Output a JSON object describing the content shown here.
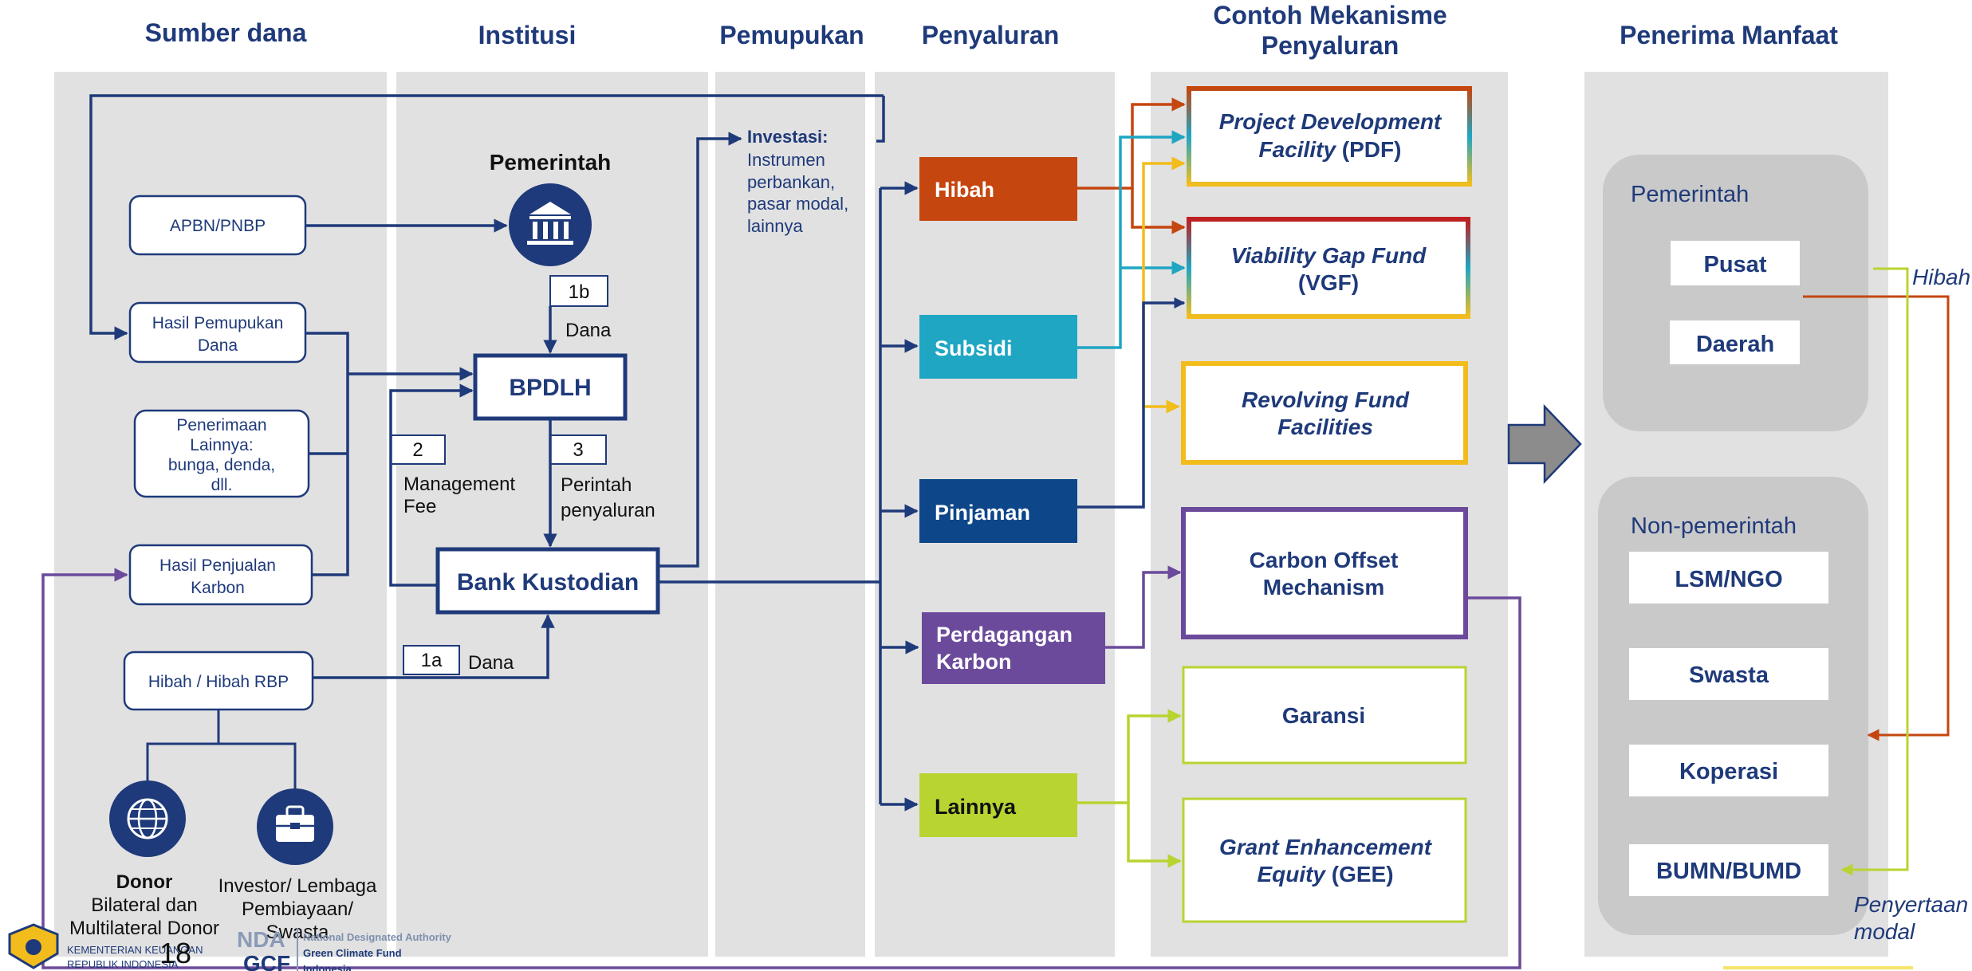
{
  "columns": {
    "sumber": "Sumber dana",
    "institusi": "Institusi",
    "pemupukan": "Pemupukan",
    "penyaluran": "Penyaluran",
    "contoh_line1": "Contoh Mekanisme",
    "contoh_line2": "Penyaluran",
    "penerima": "Penerima Manfaat"
  },
  "sources": {
    "apbn": "APBN/PNBP",
    "hasil_pemupukan_1": "Hasil Pemupukan",
    "hasil_pemupukan_2": "Dana",
    "penerimaan_1": "Penerimaan",
    "penerimaan_2": "Lainnya:",
    "penerimaan_3": "bunga, denda,",
    "penerimaan_4": "dll.",
    "karbon_1": "Hasil Penjualan",
    "karbon_2": "Karbon",
    "hibah_rbp": "Hibah / Hibah RBP",
    "donor_bold": "Donor",
    "donor_2": "Bilateral dan",
    "donor_3": "Multilateral Donor",
    "investor_1": "Investor/ Lembaga",
    "investor_2": "Pembiayaan/",
    "investor_3": "Swasta"
  },
  "institutions": {
    "pemerintah": "Pemerintah",
    "bpdlh": "BPDLH",
    "bank": "Bank Kustodian",
    "step_1b": "1b",
    "step_1b_label": "Dana",
    "step_2": "2",
    "step_2_label_1": "Management",
    "step_2_label_2": "Fee",
    "step_3": "3",
    "step_3_label_1": "Perintah",
    "step_3_label_2": "penyaluran",
    "step_1a": "1a",
    "step_1a_label": "Dana"
  },
  "investment": {
    "title": "Investasi:",
    "line1": "Instrumen",
    "line2": "perbankan,",
    "line3": "pasar modal,",
    "line4": "lainnya"
  },
  "channels": {
    "hibah": "Hibah",
    "subsidi": "Subsidi",
    "pinjaman": "Pinjaman",
    "perdagangan_1": "Perdagangan",
    "perdagangan_2": "Karbon",
    "lainnya": "Lainnya"
  },
  "mechanisms": {
    "pdf_1": "Project Development",
    "pdf_2a": "Facility",
    "pdf_2b": " (PDF)",
    "vgf_1": "Viability Gap Fund",
    "vgf_2": "(VGF)",
    "rff_1": "Revolving Fund",
    "rff_2": "Facilities",
    "com_1": "Carbon Offset",
    "com_2": "Mechanism",
    "garansi": "Garansi",
    "gee_1": "Grant Enhancement",
    "gee_2a": "Equity",
    "gee_2b": " (GEE)"
  },
  "beneficiaries": {
    "pemerintah": "Pemerintah",
    "pusat": "Pusat",
    "daerah": "Daerah",
    "non_pemerintah": "Non-pemerintah",
    "lsm": "LSM/NGO",
    "swasta": "Swasta",
    "koperasi": "Koperasi",
    "bumn": "BUMN/BUMD",
    "hibah_label": "Hibah",
    "penyertaan_1": "Penyertaan",
    "penyertaan_2": "modal"
  },
  "footer": {
    "kemenkeu_1": "KEMENTERIAN KEUANGAN",
    "kemenkeu_2": "REPUBLIK INDONESIA",
    "page_number": "18",
    "nda": "NDA",
    "gcf": "GCF",
    "nda_line1": "National Designated Authority",
    "nda_line2": "Green Climate Fund",
    "nda_line3": "Indonesia"
  },
  "colors": {
    "navy": "#1f3a7a",
    "hibah": "#c5460f",
    "subsidi": "#1ea6c3",
    "pinjaman": "#0d4689",
    "perdagangan": "#6b4a9b",
    "lainnya": "#b8d431",
    "panel": "#e1e1e1"
  }
}
